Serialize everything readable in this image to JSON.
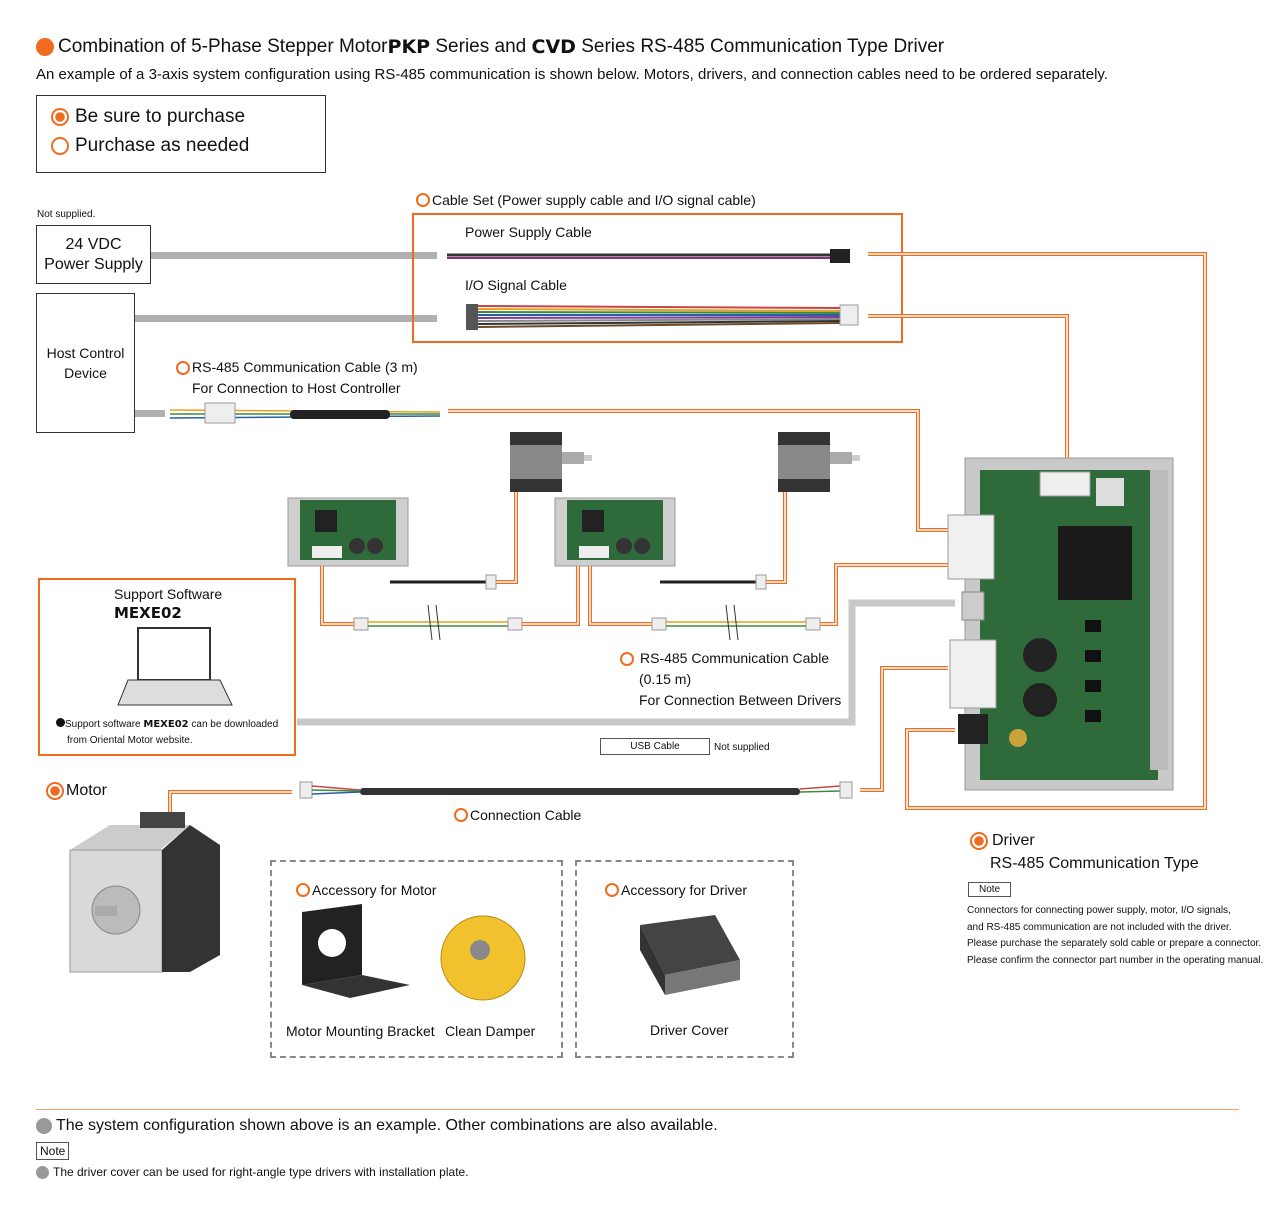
{
  "header": {
    "title_prefix": "Combination of 5-Phase Stepper Motor ",
    "title_bold1": "PKP",
    "title_mid": " Series and ",
    "title_bold2": "CVD",
    "title_suffix": " Series RS-485 Communication Type Driver",
    "subtitle": "An example of a 3-axis system configuration using RS-485 communication is shown below. Motors, drivers, and connection cables need to be ordered separately."
  },
  "legend": {
    "must_purchase": "Be sure to purchase",
    "as_needed": "Purchase as needed"
  },
  "power_supply": {
    "not_supplied": "Not supplied.",
    "line1": "24 VDC",
    "line2": "Power Supply"
  },
  "host": {
    "line1": "Host Control",
    "line2": "Device"
  },
  "cable_set": {
    "title": "Cable Set (Power supply cable and I/O signal cable)",
    "power_cable": "Power Supply Cable",
    "io_cable": "I/O Signal Cable"
  },
  "rs485_host": {
    "line1": "RS-485 Communication Cable (3 m)",
    "line2": "For Connection to Host Controller"
  },
  "software": {
    "label": "Support Software",
    "name": "MEXE02",
    "note_prefix": "Support software ",
    "note_name": "MEXE02",
    "note_suffix": " can be downloaded",
    "note_line2": "from Oriental Motor website."
  },
  "rs485_between": {
    "line1": "RS-485 Communication Cable",
    "line2": "(0.15 m)",
    "line3": "For Connection Between Drivers"
  },
  "usb": {
    "label": "USB Cable",
    "not_supplied": "Not supplied"
  },
  "motor": {
    "label": "Motor"
  },
  "connection_cable": {
    "label": "Connection Cable"
  },
  "driver": {
    "label": "Driver",
    "type": "RS-485 Communication Type",
    "note_tag": "Note",
    "notes": [
      "Connectors for connecting power supply, motor, I/O signals,",
      "and RS-485 communication are not included with the driver.",
      "Please purchase the separately sold cable or prepare a connector.",
      "Please confirm the connector part number in the operating manual."
    ]
  },
  "accessory_motor": {
    "title": "Accessory for Motor",
    "item1": "Motor Mounting Bracket",
    "item2": "Clean Damper"
  },
  "accessory_driver": {
    "title": "Accessory for Driver",
    "item1": "Driver Cover"
  },
  "footer": {
    "line1": "The system configuration shown above is an example. Other combinations are also available.",
    "note_tag": "Note",
    "line2": "The driver cover can be used for right-angle type drivers with installation plate."
  },
  "colors": {
    "accent": "#ef6c1f",
    "cable_gray": "#b0b0b0",
    "board_green": "#2f6b3a"
  }
}
